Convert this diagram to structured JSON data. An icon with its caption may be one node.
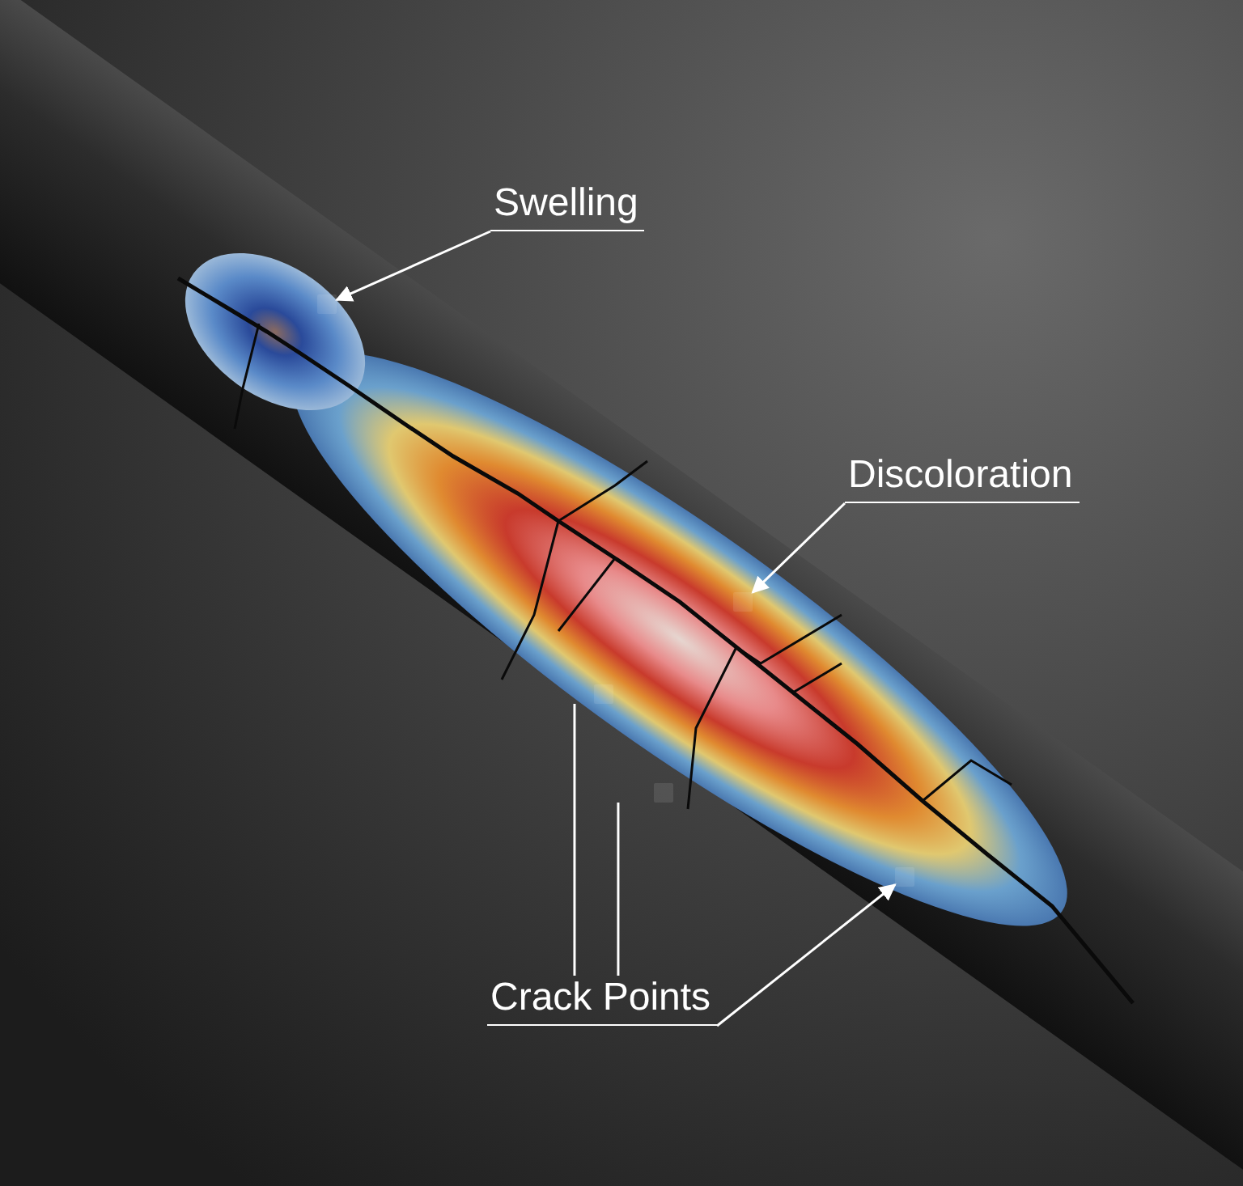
{
  "diagram": {
    "nodes": [
      {
        "text": [
          "Swelling"
        ]
      },
      {
        "text": [],
        "shape": "box"
      },
      {
        "text": [
          "Discoloration"
        ]
      },
      {
        "text": [],
        "shape": "box"
      },
      {
        "text": [
          "Crack Points"
        ]
      },
      {
        "text": [],
        "shape": "box"
      },
      {
        "text": [],
        "shape": "box"
      },
      {
        "text": [],
        "shape": "box"
      }
    ],
    "edges": [
      {
        "from": 0,
        "to": 1,
        "arrow": "to"
      },
      {
        "from": 2,
        "to": 3,
        "arrow": "to"
      },
      {
        "from": 4,
        "to": 5,
        "arrow": "none"
      },
      {
        "from": 4,
        "to": 6,
        "arrow": "none"
      },
      {
        "from": 4,
        "to": 7,
        "arrow": "to"
      }
    ]
  }
}
